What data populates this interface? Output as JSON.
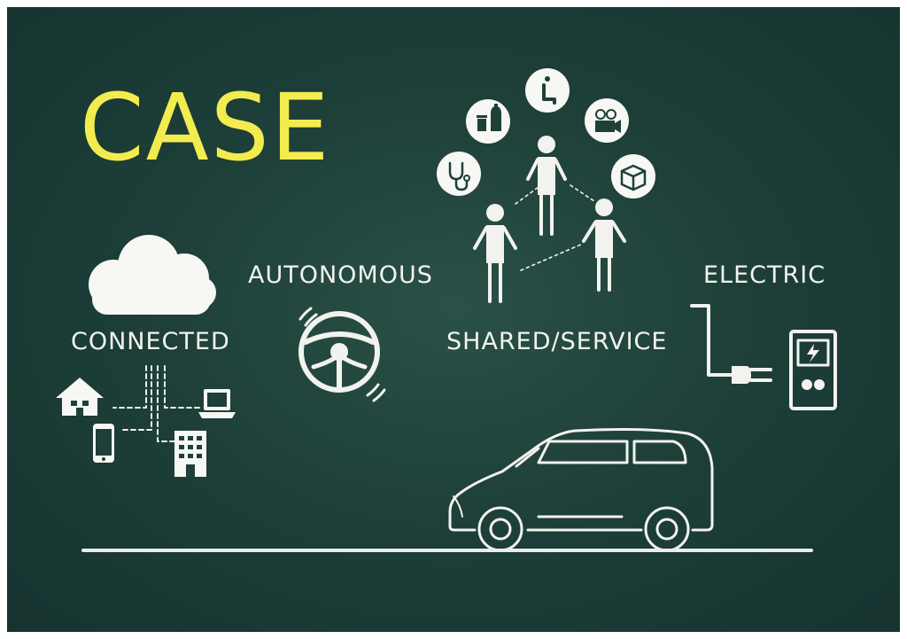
{
  "title": "CASE",
  "labels": {
    "connected": "CONNECTED",
    "autonomous": "AUTONOMOUS",
    "shared_service": "SHARED/SERVICE",
    "electric": "ELECTRIC"
  },
  "colors": {
    "board": "#1e4039",
    "title": "#f3ec4e",
    "chalk": "#f2f2ee"
  },
  "icons": {
    "connected": [
      "cloud-icon",
      "house-icon",
      "laptop-icon",
      "smartphone-icon",
      "building-icon"
    ],
    "autonomous": [
      "steering-wheel-icon"
    ],
    "shared_service": [
      "person-icon",
      "seat-icon",
      "film-camera-icon",
      "box-icon",
      "stethoscope-icon",
      "drinks-icon"
    ],
    "electric": [
      "plug-icon",
      "charger-icon"
    ],
    "ground": [
      "car-icon",
      "road-line"
    ]
  }
}
